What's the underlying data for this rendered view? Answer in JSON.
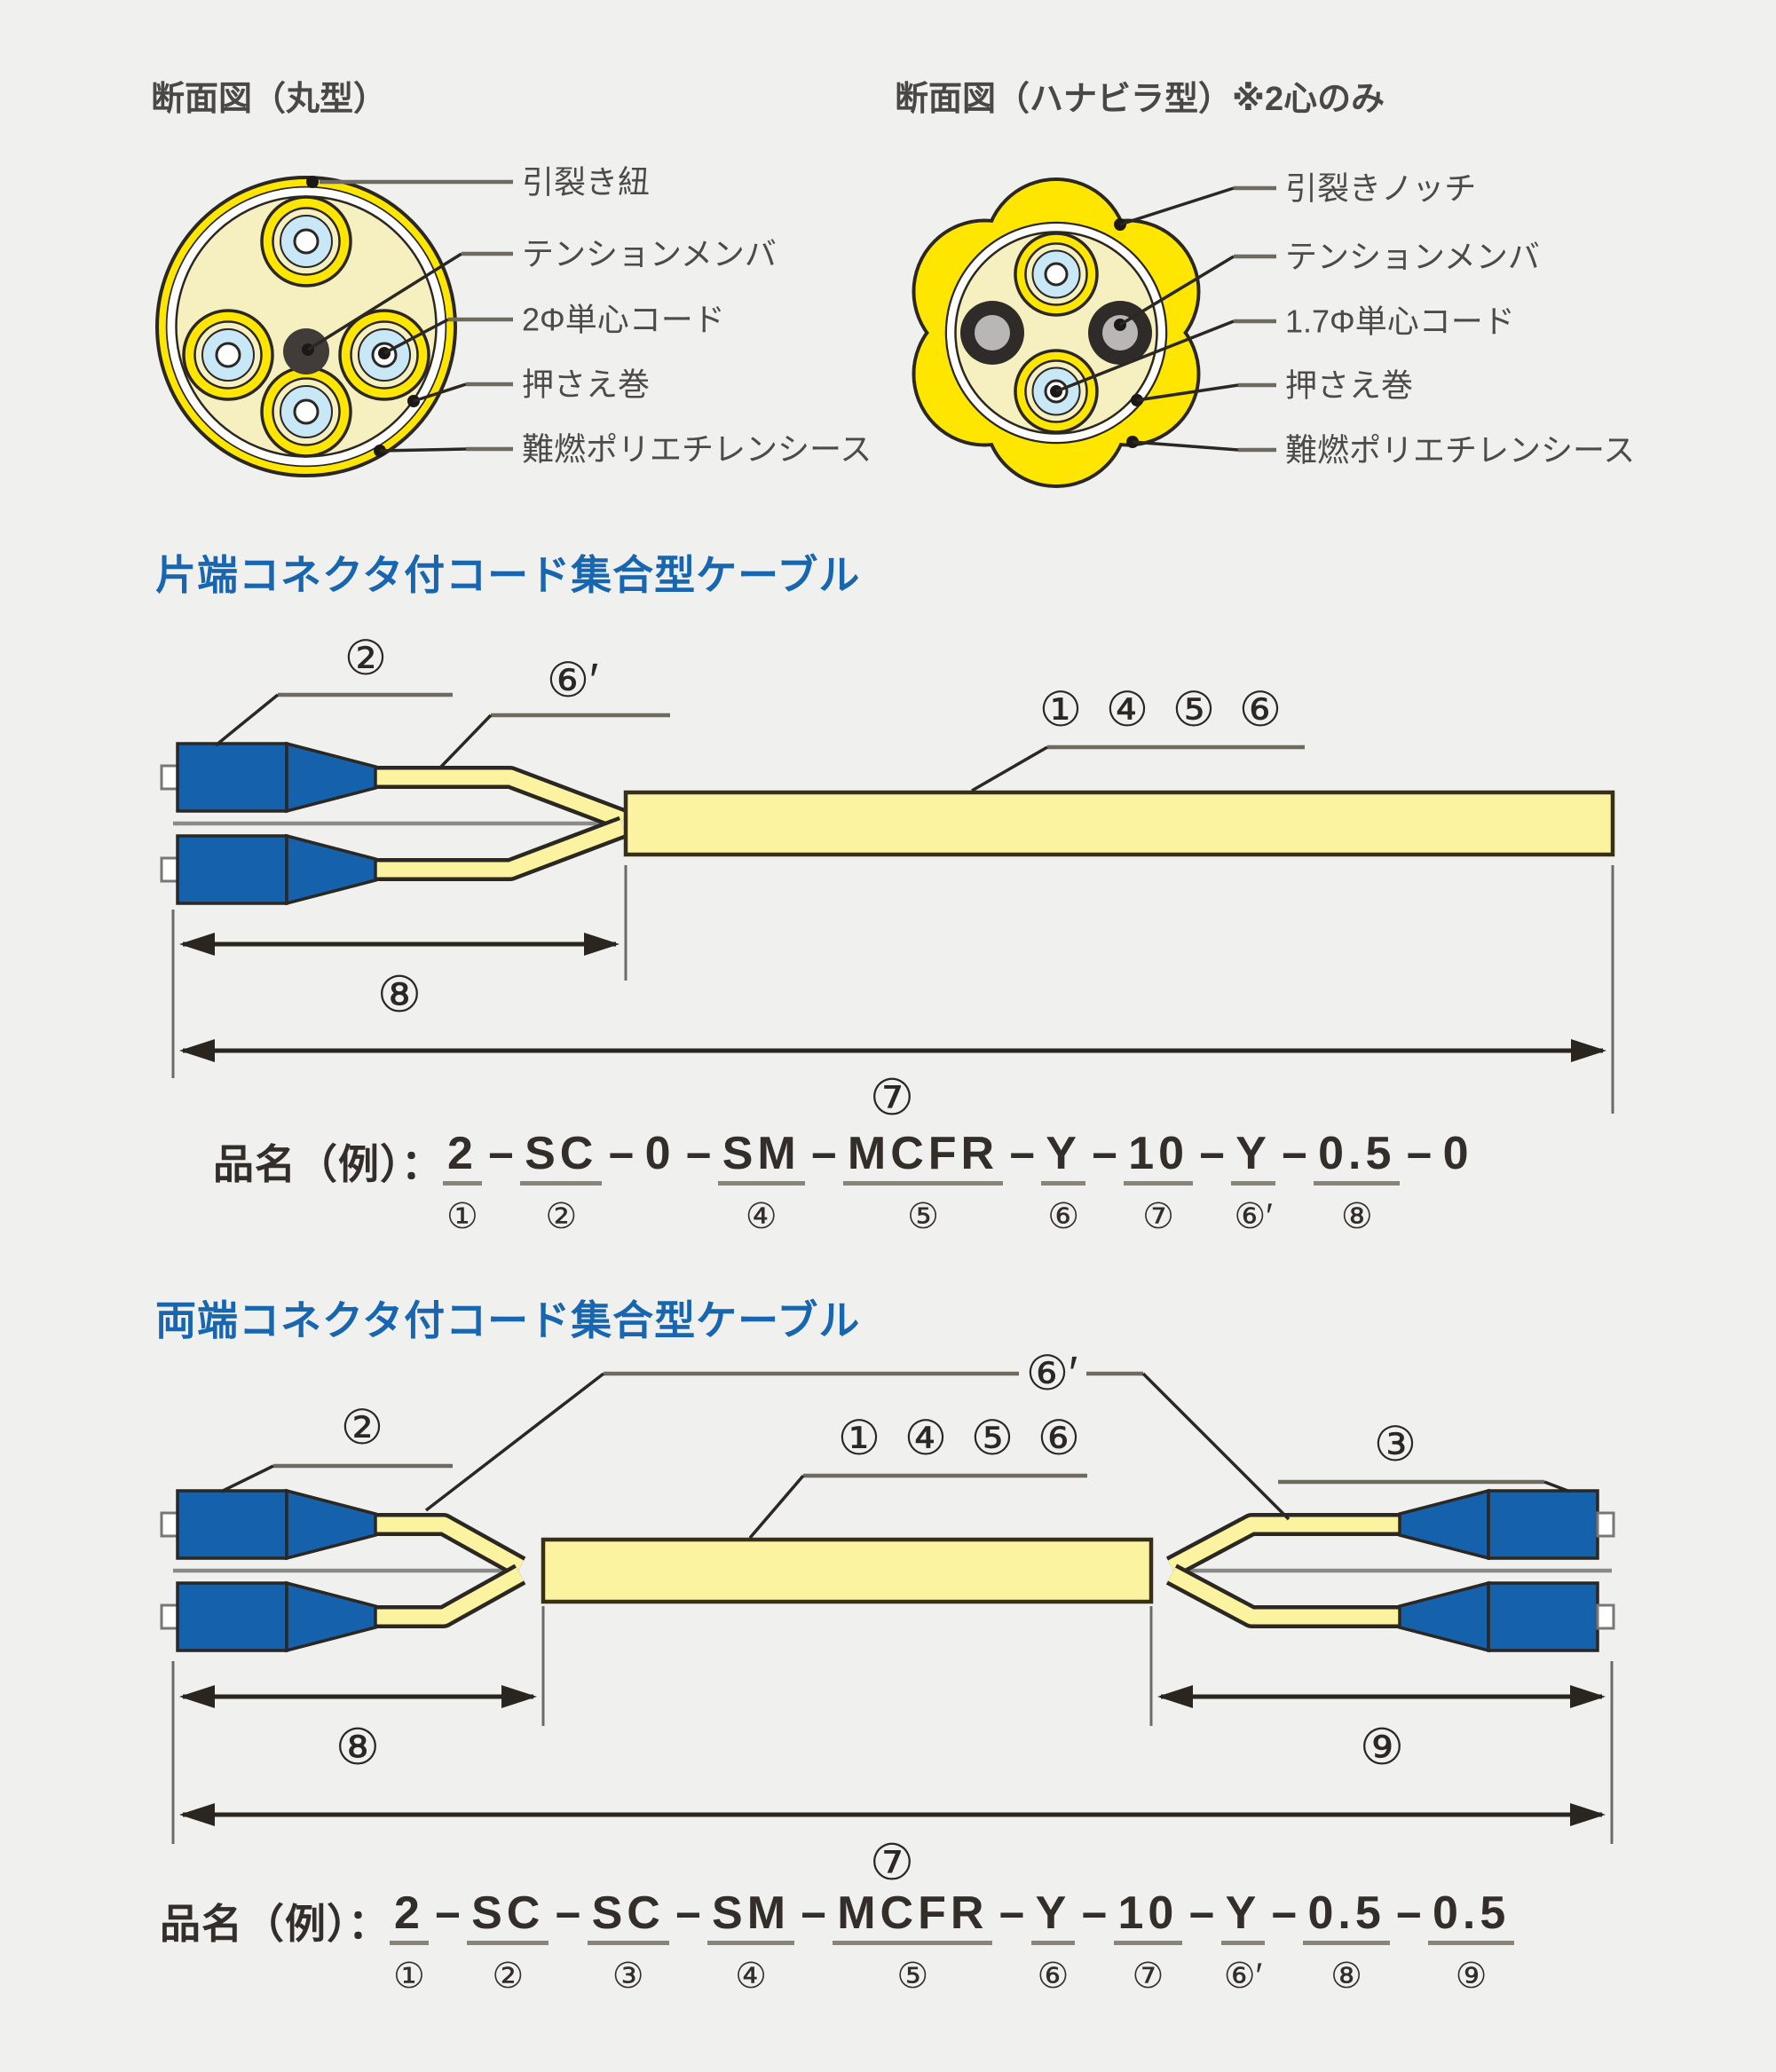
{
  "colors": {
    "background": "#f0f0ef",
    "accent_blue": "#1766af",
    "connector_blue": "#1661ab",
    "sheath_yellow": "#ffe600",
    "cable_yellow": "#fbf3a0",
    "cream": "#f6f0c0",
    "light_blue": "#c9e8f7",
    "outline_dark": "#2b2722"
  },
  "cross_sections": {
    "round": {
      "title": "断面図（丸型）",
      "labels": [
        "引裂き紐",
        "テンションメンバ",
        "2Φ単心コード",
        "押さえ巻",
        "難燃ポリエチレンシース"
      ]
    },
    "petal": {
      "title": "断面図（ハナビラ型）※2心のみ",
      "labels": [
        "引裂きノッチ",
        "テンションメンバ",
        "1.7Φ単心コード",
        "押さえ巻",
        "難燃ポリエチレンシース"
      ]
    }
  },
  "diagram1": {
    "title": "片端コネクタ付コード集合型ケーブル",
    "callouts": {
      "c2": "②",
      "c6p": "⑥′",
      "g1": "①",
      "g4": "④",
      "g5": "⑤",
      "g6": "⑥",
      "d8": "⑧",
      "d7": "⑦"
    },
    "code": {
      "prefix": "品名（例）：",
      "sep": "−",
      "tokens": [
        {
          "t": "2",
          "m": "①"
        },
        {
          "t": "SC",
          "m": "②"
        },
        {
          "t": "0",
          "m": ""
        },
        {
          "t": "SM",
          "m": "④"
        },
        {
          "t": "MCFR",
          "m": "⑤"
        },
        {
          "t": "Y",
          "m": "⑥"
        },
        {
          "t": "10",
          "m": "⑦"
        },
        {
          "t": "Y",
          "m": "⑥′"
        },
        {
          "t": "0.5",
          "m": "⑧"
        },
        {
          "t": "0",
          "m": ""
        }
      ]
    }
  },
  "diagram2": {
    "title": "両端コネクタ付コード集合型ケーブル",
    "callouts": {
      "c2": "②",
      "c3": "③",
      "c6p": "⑥′",
      "g1": "①",
      "g4": "④",
      "g5": "⑤",
      "g6": "⑥",
      "d8": "⑧",
      "d9": "⑨",
      "d7": "⑦"
    },
    "code": {
      "prefix": "品名（例）：",
      "sep": "−",
      "tokens": [
        {
          "t": "2",
          "m": "①"
        },
        {
          "t": "SC",
          "m": "②"
        },
        {
          "t": "SC",
          "m": "③"
        },
        {
          "t": "SM",
          "m": "④"
        },
        {
          "t": "MCFR",
          "m": "⑤"
        },
        {
          "t": "Y",
          "m": "⑥"
        },
        {
          "t": "10",
          "m": "⑦"
        },
        {
          "t": "Y",
          "m": "⑥′"
        },
        {
          "t": "0.5",
          "m": "⑧"
        },
        {
          "t": "0.5",
          "m": "⑨"
        }
      ]
    }
  }
}
